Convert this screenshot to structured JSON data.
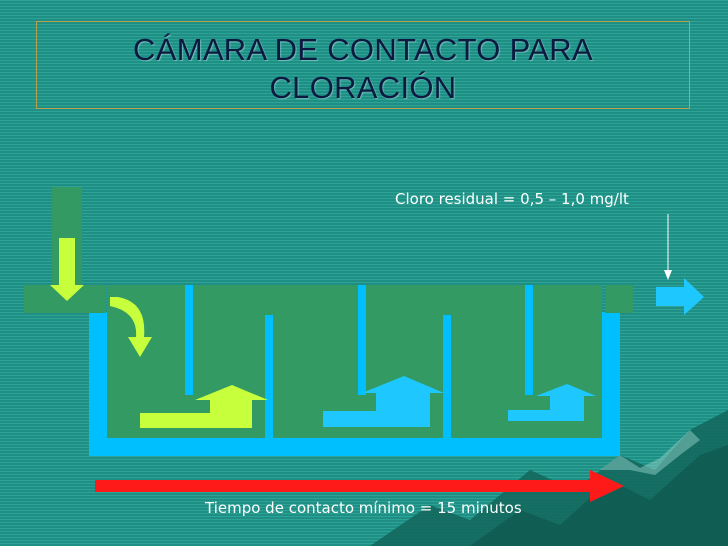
{
  "slide": {
    "title": "CÁMARA DE CONTACTO PARA\nCLORACIÓN",
    "residual_chlorine_label": "Cloro residual = 0,5 – 1,0 mg/lt",
    "contact_time_label": "Tiempo de contacto mínimo = 15 minutos"
  },
  "colors": {
    "background": "#1f8f86",
    "background_stripe": "#2da395",
    "tank_fill": "#339a63",
    "tank_wall": "#00bfff",
    "inflow_arrow": "#c8ff3c",
    "outflow_arrow": "#1ec8ff",
    "time_arrow": "#ff1a1a",
    "mountain": "#14695e"
  },
  "icons": {
    "inlet_down_arrow": "arrow-down-icon",
    "curved_arrow": "curved-arrow-icon",
    "flow_up_arrows": "arrow-up-icon",
    "outlet_arrow": "arrow-right-icon"
  }
}
